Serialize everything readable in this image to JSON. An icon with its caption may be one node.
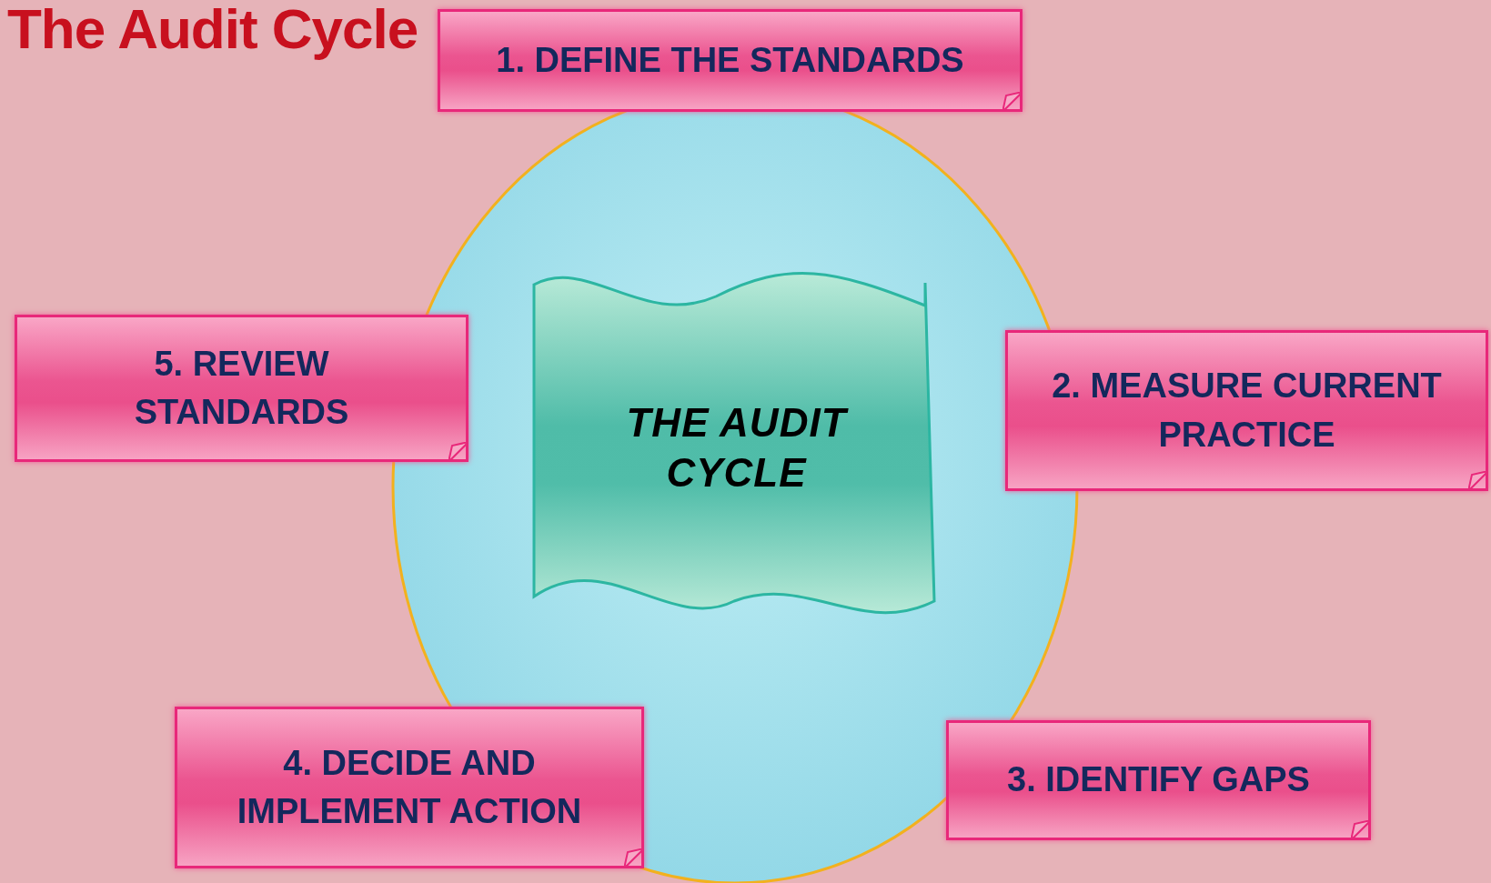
{
  "diagram": {
    "title": "The Audit Cycle",
    "nodes": [
      {
        "text": [
          "1. DEFINE THE STANDARDS"
        ]
      },
      {
        "text": [
          "2. MEASURE CURRENT PRACTICE"
        ]
      },
      {
        "text": [
          "3. IDENTIFY GAPS"
        ]
      },
      {
        "text": [
          "4. DECIDE AND IMPLEMENT ACTION"
        ]
      },
      {
        "text": [
          "5. REVIEW STANDARDS"
        ]
      },
      {
        "text": [
          "THE AUDIT CYCLE"
        ]
      }
    ]
  }
}
